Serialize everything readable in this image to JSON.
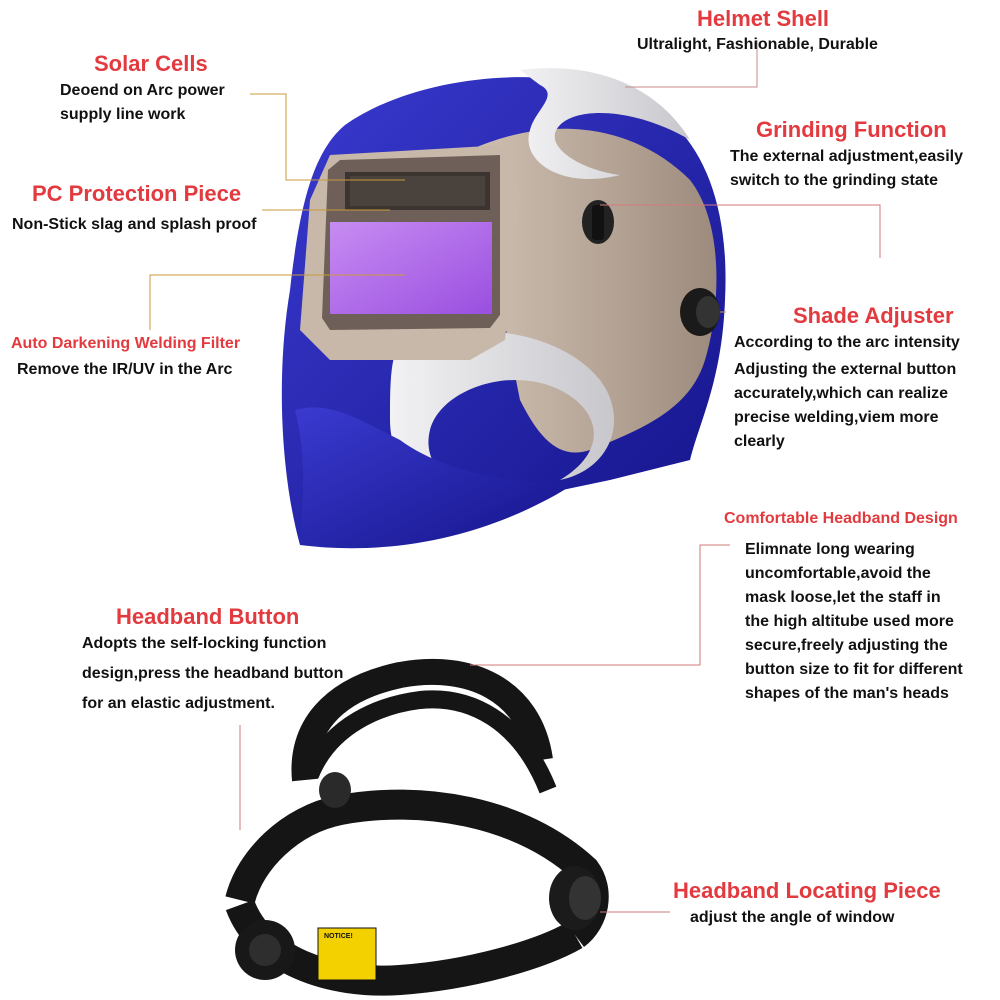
{
  "callouts": {
    "helmet_shell": {
      "title": "Helmet Shell",
      "lines": [
        "Ultralight, Fashionable, Durable"
      ]
    },
    "solar_cells": {
      "title": "Solar Cells",
      "lines": [
        "Deoend on Arc power",
        "supply line work"
      ]
    },
    "grinding": {
      "title": "Grinding Function",
      "lines": [
        "The external adjustment,easily",
        "switch to the grinding state"
      ]
    },
    "pc_protection": {
      "title": "PC Protection Piece",
      "lines": [
        "Non-Stick slag and splash proof"
      ]
    },
    "shade_adjuster": {
      "title": "Shade Adjuster",
      "lines": [
        "According to the arc intensity",
        "Adjusting the external button",
        "accurately,which can realize",
        "precise welding,viem more",
        "clearly"
      ]
    },
    "auto_darkening": {
      "title": "Auto Darkening Welding Filter",
      "lines": [
        "Remove the IR/UV in the Arc"
      ]
    },
    "comfortable_headband": {
      "title": "Comfortable Headband Design",
      "lines": [
        "Elimnate long wearing",
        "uncomfortable,avoid the",
        "mask loose,let the staff in",
        "the high altitube used more",
        "secure,freely adjusting the",
        "button size to fit for different",
        "shapes of the man's heads"
      ]
    },
    "headband_button": {
      "title": "Headband Button",
      "lines": [
        "Adopts the self-locking function",
        "design,press the headband button",
        "for an elastic adjustment."
      ]
    },
    "locating_piece": {
      "title": "Headband Locating Piece",
      "lines": [
        "adjust the angle of window"
      ]
    }
  },
  "notice_label": "NOTICE!",
  "colors": {
    "title_red": "#e23a3f",
    "helmet_blue": "#2a2aa8",
    "helmet_tan": "#b9a89a",
    "silver": "#d8d8dc",
    "lens_purple": "#b46ae8",
    "leader_gold": "#c89a3a"
  }
}
